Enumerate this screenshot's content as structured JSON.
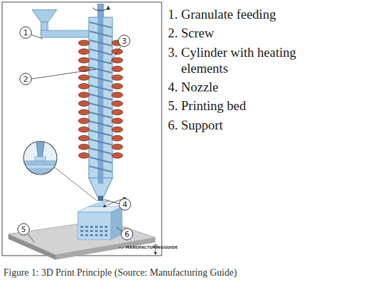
{
  "diagram": {
    "caption": "Figure 1: 3D Print Principle (Source: Manufacturing Guide)",
    "nodes": [
      {
        "text": [
          "1"
        ]
      },
      {
        "text": [
          "2"
        ]
      },
      {
        "text": [
          "3"
        ]
      },
      {
        "text": [
          "4"
        ]
      },
      {
        "text": [
          "5"
        ]
      },
      {
        "text": [
          "6"
        ]
      }
    ],
    "labels": [
      "1. Granulate feeding",
      "2. Screw",
      "3. Cylinder with heating elements",
      "4. Nozzle",
      "5. Printing bed",
      "6. Support",
      "MANUFACTURINGGUIDE"
    ]
  }
}
